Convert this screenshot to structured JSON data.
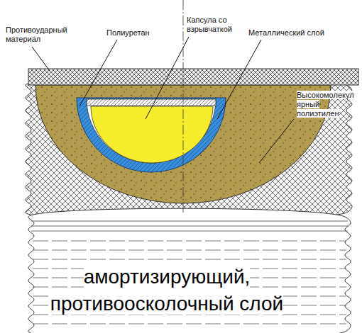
{
  "diagram": {
    "labels": [
      "Противоударный материал",
      "Полиуретан",
      "Капсула со взрывчаткой",
      "Металлический слой",
      "Высокомолекул ярный полиэтилен",
      "амортизирующий, противоосколочный слой"
    ]
  }
}
